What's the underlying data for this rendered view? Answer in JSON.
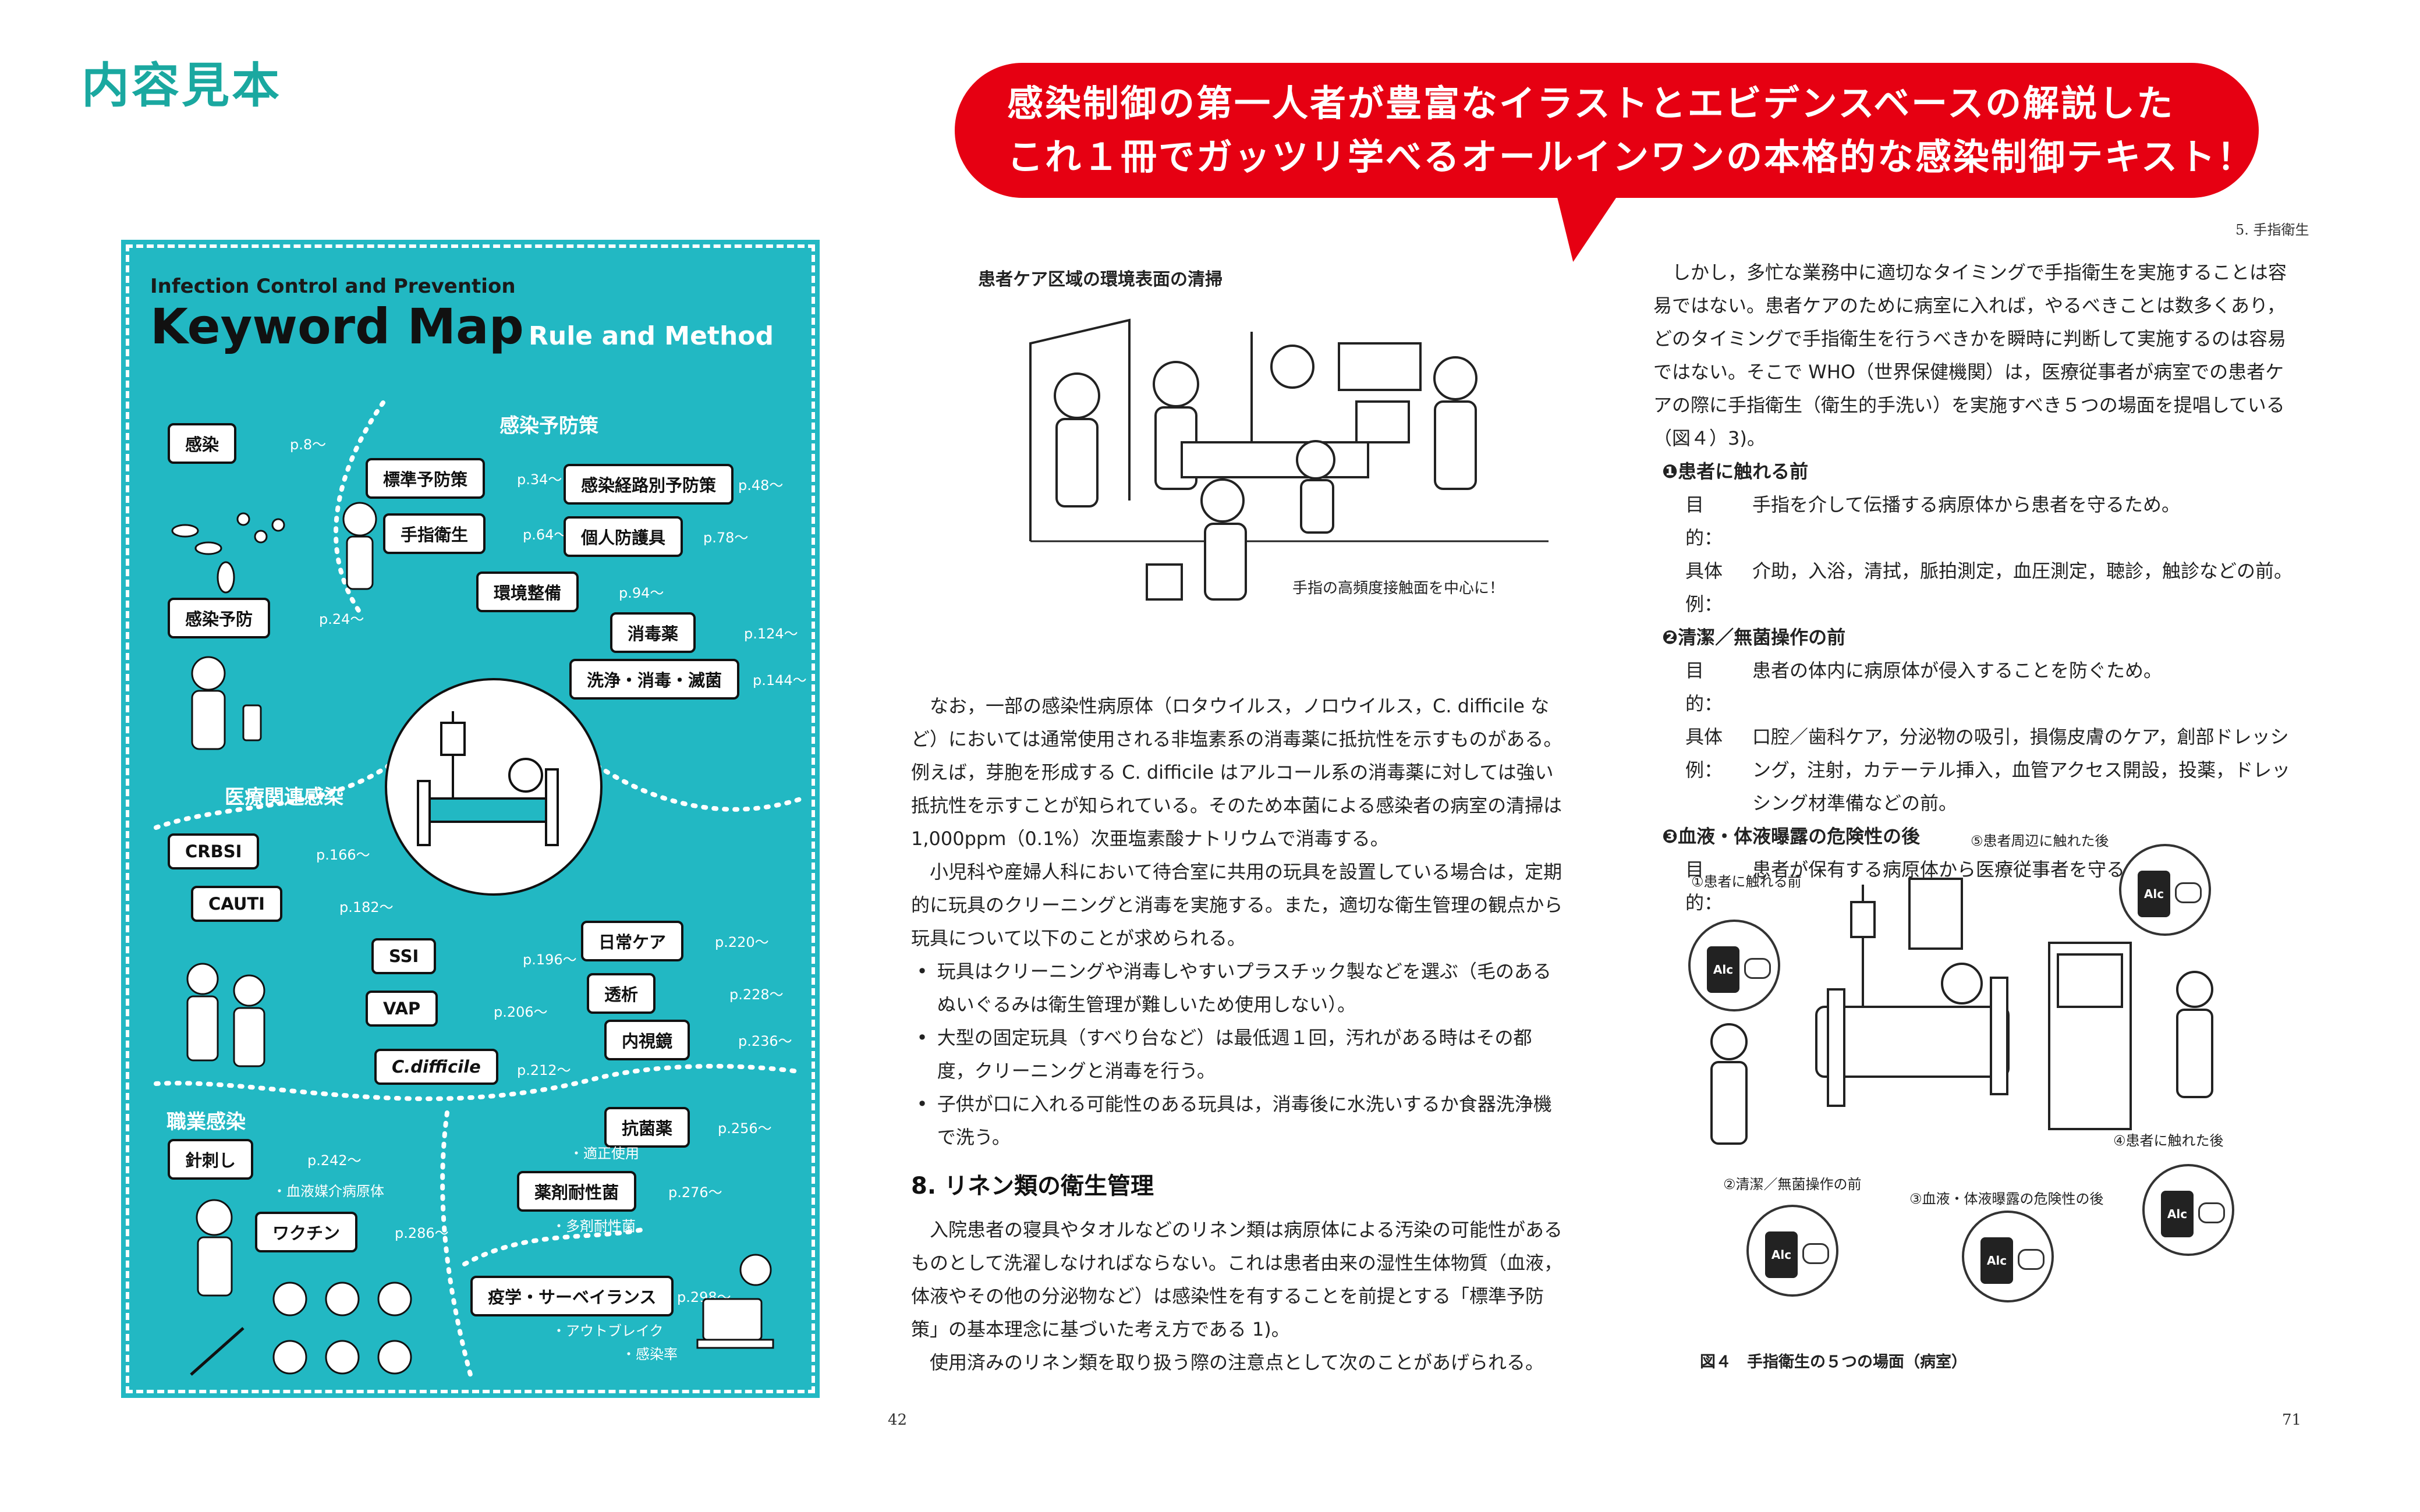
{
  "page_title": "内容見本",
  "banner": {
    "line1": "感染制御の第一人者が豊富なイラストとエビデンスベースの解説した",
    "line2": "これ１冊でガッツリ学べるオールインワンの本格的な感染制御テキスト！"
  },
  "keyword_map": {
    "title_small": "Infection Control and Prevention",
    "title": "Keyword Map",
    "subtitle": "Rule and Method",
    "sections": {
      "prevention": "感染予防策",
      "hai": "医療関連感染",
      "occupational": "職業感染"
    },
    "tags": [
      {
        "label": "感染",
        "page": "p.8～"
      },
      {
        "label": "感染予防",
        "page": "p.24～"
      },
      {
        "label": "標準予防策",
        "page": "p.34～"
      },
      {
        "label": "感染経路別予防策",
        "page": "p.48～"
      },
      {
        "label": "手指衛生",
        "page": "p.64～"
      },
      {
        "label": "個人防護具",
        "page": "p.78～"
      },
      {
        "label": "環境整備",
        "page": "p.94～"
      },
      {
        "label": "消毒薬",
        "page": "p.124～"
      },
      {
        "label": "洗浄・消毒・滅菌",
        "page": "p.144～"
      },
      {
        "label": "CRBSI",
        "page": "p.166～"
      },
      {
        "label": "CAUTI",
        "page": "p.182～"
      },
      {
        "label": "SSI",
        "page": "p.196～"
      },
      {
        "label": "日常ケア",
        "page": "p.220～"
      },
      {
        "label": "透析",
        "page": "p.228～"
      },
      {
        "label": "VAP",
        "page": "p.206～"
      },
      {
        "label": "内視鏡",
        "page": "p.236～"
      },
      {
        "label": "C.difficile",
        "page": "p.212～"
      },
      {
        "label": "抗菌薬",
        "page": "p.256～"
      },
      {
        "label": "針刺し",
        "page": "p.242～"
      },
      {
        "label": "薬剤耐性菌",
        "page": "p.276～"
      },
      {
        "label": "ワクチン",
        "page": "p.286～"
      },
      {
        "label": "疫学・サーベイランス",
        "page": "p.298～"
      }
    ],
    "notes": {
      "blood": "・血液媒介病原体",
      "appropriate": "・適正使用",
      "mdr": "・多剤耐性菌",
      "outbreak": "・アウトブレイク",
      "rate": "・感染率"
    }
  },
  "middle": {
    "figure_caption": "患者ケア区域の環境表面の清掃",
    "figure_note": "手指の高頻度接触面を中心に！",
    "para1": "なお，一部の感染性病原体（ロタウイルス，ノロウイルス，C. difficile など）においては通常使用される非塩素系の消毒薬に抵抗性を示すものがある。例えば，芽胞を形成する C. difficile はアルコール系の消毒薬に対しては強い抵抗性を示すことが知られている。そのため本菌による感染者の病室の清掃は 1,000ppm（0.1%）次亜塩素酸ナトリウムで消毒する。",
    "para2": "小児科や産婦人科において待合室に共用の玩具を設置している場合は，定期的に玩具のクリーニングと消毒を実施する。また，適切な衛生管理の観点から玩具について以下のことが求められる。",
    "bullets": [
      "玩具はクリーニングや消毒しやすいプラスチック製などを選ぶ（毛のあるぬいぐるみは衛生管理が難しいため使用しない）。",
      "大型の固定玩具（すべり台など）は最低週１回，汚れがある時はその都度，クリーニングと消毒を行う。",
      "子供が口に入れる可能性のある玩具は，消毒後に水洗いするか食器洗浄機で洗う。"
    ],
    "heading": "8. リネン類の衛生管理",
    "para3": "入院患者の寝具やタオルなどのリネン類は病原体による汚染の可能性があるものとして洗濯しなければならない。これは患者由来の湿性生体物質（血液，体液やその他の分泌物など）は感染性を有することを前提とする「標準予防策」の基本理念に基づいた考え方である 1)。",
    "para4": "使用済みのリネン類を取り扱う際の注意点として次のことがあげられる。",
    "page_number": "42"
  },
  "right": {
    "running_head": "5. 手指衛生",
    "intro": "しかし，多忙な業務中に適切なタイミングで手指衛生を実施することは容易ではない。患者ケアのために病室に入れば，やるべきことは数多くあり，どのタイミングで手指衛生を行うべきかを瞬時に判断して実施するのは容易ではない。そこで WHO（世界保健機関）は，医療従事者が病室での患者ケアの際に手指衛生（衛生的手洗い）を実施すべき５つの場面を提唱している（図４）3)。",
    "item1_title": "❶患者に触れる前",
    "item1_purpose_k": "目　的：",
    "item1_purpose": "手指を介して伝播する病原体から患者を守るため。",
    "item1_example_k": "具体例：",
    "item1_example": "介助，入浴，清拭，脈拍測定，血圧測定，聴診，触診などの前。",
    "item2_title": "❷清潔／無菌操作の前",
    "item2_purpose_k": "目　的：",
    "item2_purpose": "患者の体内に病原体が侵入することを防ぐため。",
    "item2_example_k": "具体例：",
    "item2_example": "口腔／歯科ケア，分泌物の吸引，損傷皮膚のケア，創部ドレッシング，注射，カテーテル挿入，血管アクセス開設，投薬，ドレッシング材準備などの前。",
    "item3_title": "❸血液・体液曝露の危険性の後",
    "item3_purpose_k": "目　的：",
    "item3_purpose": "患者が保有する病原体から医療従事者を守るため。",
    "fig_labels": {
      "l1": "①患者に触れる前",
      "l2": "②清潔／無菌操作の前",
      "l3": "③血液・体液曝露の危険性の後",
      "l4": "④患者に触れた後",
      "l5": "⑤患者周辺に触れた後"
    },
    "bottle_label": "Alc",
    "figure_caption": "図４　手指衛生の５つの場面（病室）",
    "page_number": "71"
  }
}
